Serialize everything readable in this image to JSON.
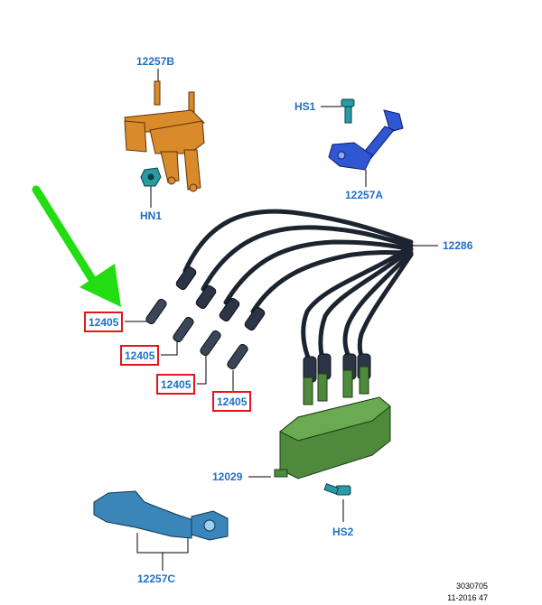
{
  "labels": {
    "bracket_top": "12257B",
    "nut": "HN1",
    "screw_1": "HS1",
    "bracket_right": "12257A",
    "wires": "12286",
    "plug_1": "12405",
    "plug_2": "12405",
    "plug_3": "12405",
    "plug_4": "12405",
    "coil": "12029",
    "screw_2": "HS2",
    "bracket_bottom": "12257C"
  },
  "footer": {
    "ref": "3030705",
    "date": "11-2016 47"
  },
  "colors": {
    "label_blue": "#1f6fc5",
    "highlight_red": "#e8141c",
    "arrow_green": "#22dd11",
    "bracket_orange": "#d98a2b",
    "bracket_blue": "#2f57d4",
    "coil_green": "#4f8a3c",
    "bracket_teal": "#3a86b8",
    "wire_black": "#1c2430"
  }
}
